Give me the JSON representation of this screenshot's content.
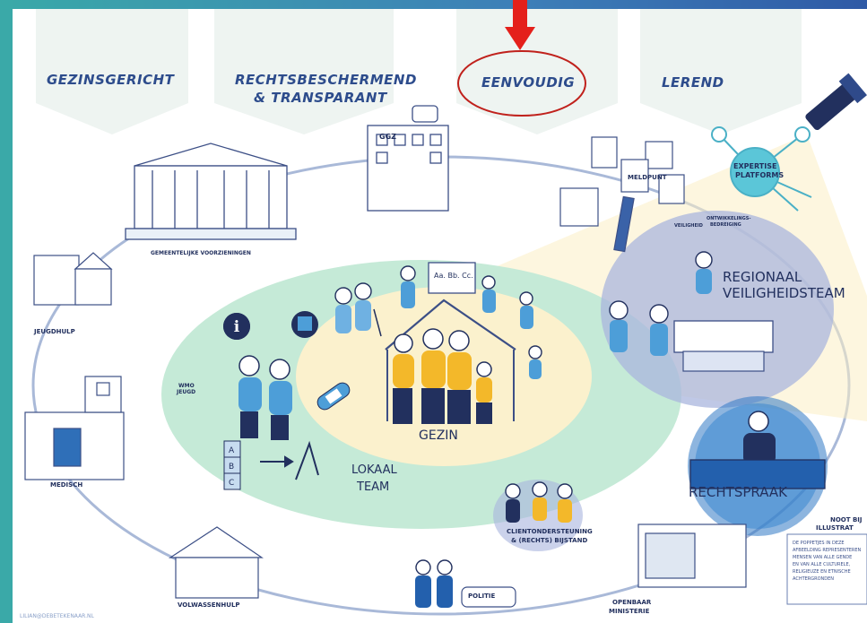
{
  "headers": {
    "gezinsgericht": "GEZINSGERICHT",
    "rechtsbeschermend": "RECHTSBESCHERMEND",
    "transparant": "& TRANSPARANT",
    "eenvoudig": "EENVOUDIG",
    "lerend": "LEREND"
  },
  "labels": {
    "ggz": "GGZ",
    "gemeentelijke": "GEMEENTELIJKE VOORZIENINGEN",
    "jeugdhulp": "JEUGDHULP",
    "medisch": "MEDISCH",
    "volwassenhulp": "VOLWASSENHULP",
    "politie": "POLITIE",
    "openbaar1": "OPENBAAR",
    "openbaar2": "MINISTERIE",
    "clientondersteuning1": "CLIENTONDERSTEUNING",
    "clientondersteuning2": "& (RECHTS) BIJSTAND",
    "meldpunt": "MELDPUNT",
    "expertise1": "EXPERTISE",
    "expertise2": "PLATFORMS",
    "regionaal1": "REGIONAAL",
    "regionaal2": "VEILIGHEIDSTEAM",
    "veiligheid": "VEILIGHEID",
    "ontwikkeling": "ONTWIKKELINGS-",
    "bedreiging": "BEDREIGING",
    "gezin": "GEZIN",
    "lokaal": "LOKAAL",
    "team": "TEAM",
    "rechtspraak": "RECHTSPRAAK",
    "wmo1": "WMO",
    "wmo2": "JEUGD",
    "board": "Aa. Bb. Cc.",
    "noot1": "NOOT BIJ",
    "noot2": "ILLUSTRAT",
    "noot_text": [
      "DE POPPETJES IN DEZE",
      "AFBEELDING REPRESENTEREN",
      "MENSEN VAN ALLE GENDE",
      "EN VAN ALLE CULTURELE,",
      "RELIGIEUZE EN ETNISCHE",
      "ACHTERGRONDEN"
    ],
    "signature": "LILIAN@DEBETEKENAAR.NL",
    "info_glyph": "i",
    "blocks": [
      "A",
      "B",
      "C"
    ]
  },
  "colors": {
    "accent_red": "#e4201b",
    "ink": "#22305e",
    "teal": "#3aa9a8",
    "ellipse_green": "#c5ead7",
    "ellipse_yellow": "#fbf1cd",
    "region_blue": "#aab6de",
    "yellow_figure": "#f3b82a",
    "blue_figure": "#4d9ed8"
  }
}
